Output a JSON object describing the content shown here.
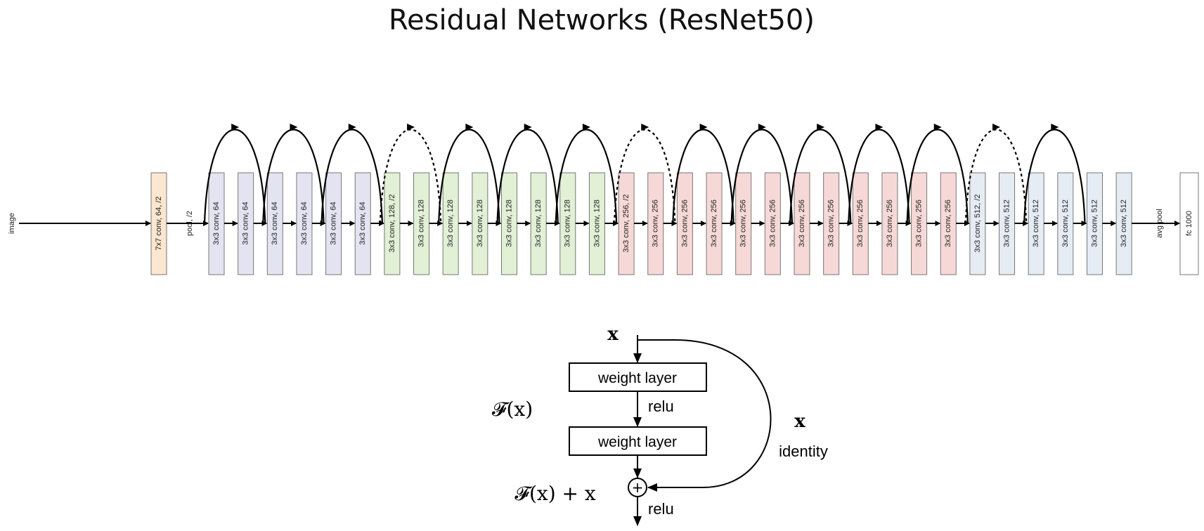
{
  "title": "Residual Networks (ResNet50)",
  "input_label": "image",
  "first_layer": {
    "label": "7x7 conv, 64, /2",
    "color": "#fbe6cf"
  },
  "pool_label": "pool, /2",
  "stages": [
    {
      "fill": "#e4e3f1",
      "layers": [
        "3x3 conv, 64",
        "3x3 conv, 64",
        "3x3 conv, 64",
        "3x3 conv, 64",
        "3x3 conv, 64",
        "3x3 conv, 64"
      ]
    },
    {
      "fill": "#e2f0d6",
      "layers": [
        "3x3 conv, 128, /2",
        "3x3 conv, 128",
        "3x3 conv, 128",
        "3x3 conv, 128",
        "3x3 conv, 128",
        "3x3 conv, 128",
        "3x3 conv, 128",
        "3x3 conv, 128"
      ]
    },
    {
      "fill": "#f6d9d7",
      "layers": [
        "3x3 conv, 256, /2",
        "3x3 conv, 256",
        "3x3 conv, 256",
        "3x3 conv, 256",
        "3x3 conv, 256",
        "3x3 conv, 256",
        "3x3 conv, 256",
        "3x3 conv, 256",
        "3x3 conv, 256",
        "3x3 conv, 256",
        "3x3 conv, 256",
        "3x3 conv, 256"
      ]
    },
    {
      "fill": "#e6ecf4",
      "layers": [
        "3x3 conv, 512, /2",
        "3x3 conv, 512",
        "3x3 conv, 512",
        "3x3 conv, 512",
        "3x3 conv, 512",
        "3x3 conv, 512"
      ]
    }
  ],
  "skips": [
    {
      "dashed": false
    },
    {
      "dashed": false
    },
    {
      "dashed": false
    },
    {
      "dashed": true
    },
    {
      "dashed": false
    },
    {
      "dashed": false
    },
    {
      "dashed": false
    },
    {
      "dashed": true
    },
    {
      "dashed": false
    },
    {
      "dashed": false
    },
    {
      "dashed": false
    },
    {
      "dashed": false
    },
    {
      "dashed": false
    },
    {
      "dashed": true
    },
    {
      "dashed": false
    },
    {
      "dashed": false
    }
  ],
  "avgpool_label": "avg pool",
  "fc_label": "fc 1000",
  "block": {
    "x_in": "x",
    "weight_layer_1": "weight layer",
    "relu_1": "relu",
    "weight_layer_2": "weight layer",
    "fx": "𝓕(x)",
    "identity_x": "x",
    "identity_label": "identity",
    "sum_label": "𝓕(x) + x",
    "relu_2": "relu"
  },
  "colors": {
    "line": "#000000",
    "box_stroke": "#555555"
  }
}
